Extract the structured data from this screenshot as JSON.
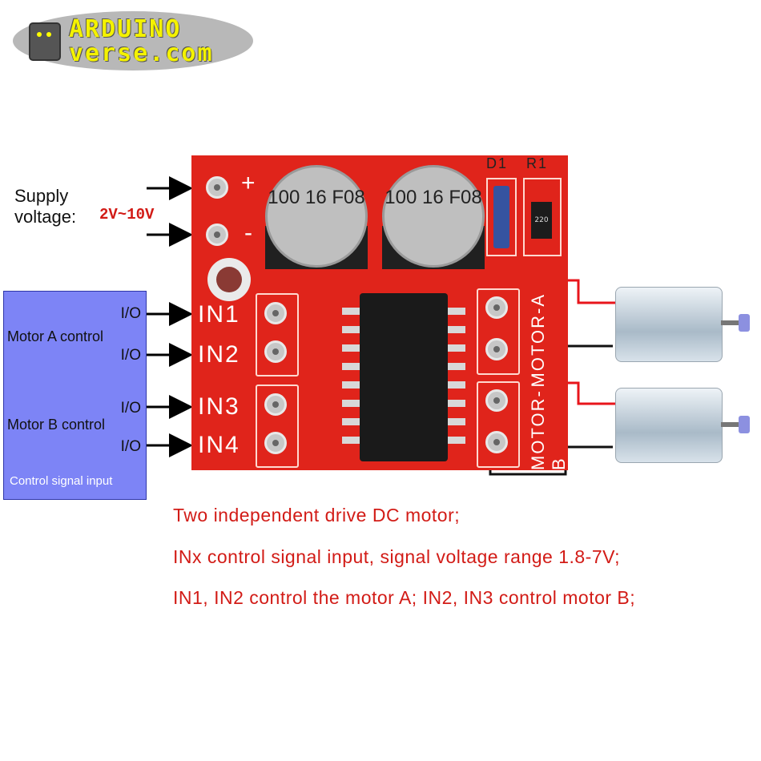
{
  "logo": {
    "line1": "ARDUINO",
    "line2": "verse.com"
  },
  "supply": {
    "label_line1": "Supply",
    "label_line2": "voltage:",
    "range": "2V~10V"
  },
  "control_box": {
    "io_1": "I/O",
    "io_2": "I/O",
    "io_3": "I/O",
    "io_4": "I/O",
    "motor_a": "Motor A control",
    "motor_b": "Motor B control",
    "title": "Control signal input"
  },
  "board": {
    "plus": "+",
    "minus": "-",
    "in1": "IN1",
    "in2": "IN2",
    "in3": "IN3",
    "in4": "IN4",
    "motor_a": "MOTOR-A",
    "motor_b": "MOTOR-B",
    "d1": "D1",
    "r1": "R1",
    "cap1_text": "100 16 F08",
    "cap2_text": "100 16 F08",
    "resistor_code": "220"
  },
  "descriptions": [
    "Two independent drive DC motor;",
    "INx control signal input, signal voltage range 1.8-7V;",
    "IN1, IN2 control the motor A; IN2, IN3 control motor B;"
  ],
  "colors": {
    "board": "#e0241b",
    "control_box": "#7d84f6",
    "desc_text": "#d21b16",
    "logo_text": "#f4f200"
  }
}
